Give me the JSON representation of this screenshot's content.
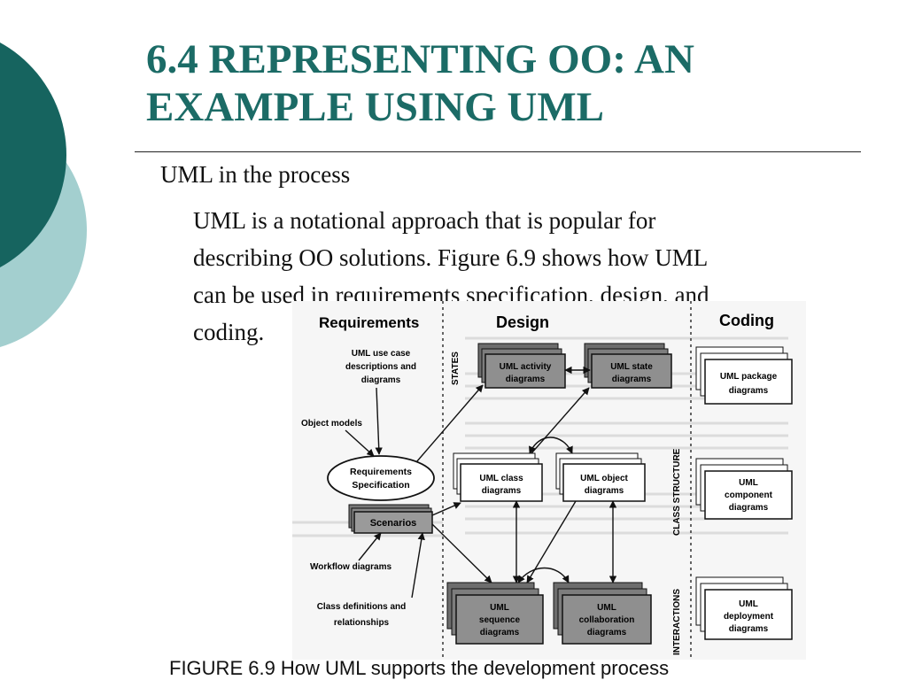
{
  "slide": {
    "title_lines": [
      "6.4 REPRESENTING OO: AN",
      "EXAMPLE USING UML"
    ],
    "subheading": "UML in the process",
    "body_lines": [
      "UML is a notational approach that is popular for",
      "describing OO solutions. Figure 6.9 shows how UML",
      "can be used in requirements specification, design, and",
      "coding."
    ],
    "caption": "FIGURE 6.9 How UML supports the development process",
    "colors": {
      "accent_dark": "#16645f",
      "accent_light": "#a3cfcf",
      "title": "#1b6b66"
    }
  },
  "figure": {
    "columns": [
      "Requirements",
      "Design",
      "Coding"
    ],
    "bands": [
      "STATES",
      "CLASS STRUCTURE",
      "INTERACTIONS"
    ],
    "requirements_labels": {
      "use_case": [
        "UML use case",
        "descriptions and",
        "diagrams"
      ],
      "object_models": "Object models",
      "req_spec": [
        "Requirements",
        "Specification"
      ],
      "scenarios": "Scenarios",
      "workflow": "Workflow diagrams",
      "class_defs": [
        "Class definitions and",
        "relationships"
      ]
    },
    "design_boxes": {
      "activity": [
        "UML activity",
        "diagrams"
      ],
      "state": [
        "UML state",
        "diagrams"
      ],
      "class": [
        "UML class",
        "diagrams"
      ],
      "object": [
        "UML object",
        "diagrams"
      ],
      "sequence": [
        "UML",
        "sequence",
        "diagrams"
      ],
      "collaboration": [
        "UML",
        "collaboration",
        "diagrams"
      ]
    },
    "coding_boxes": {
      "package": [
        "UML package",
        "diagrams"
      ],
      "component": [
        "UML",
        "component",
        "diagrams"
      ],
      "deployment": [
        "UML",
        "deployment",
        "diagrams"
      ]
    }
  }
}
